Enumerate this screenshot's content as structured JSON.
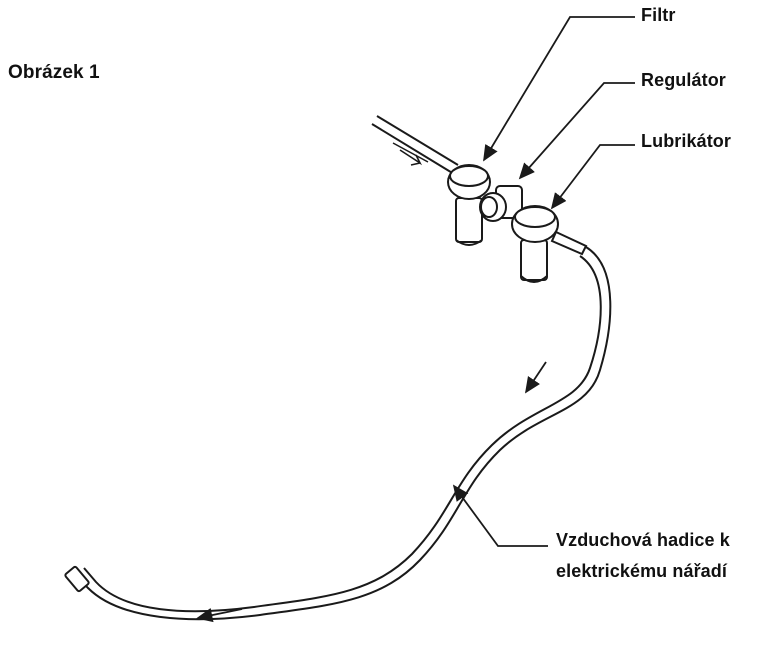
{
  "figure": {
    "title": "Obrázek 1"
  },
  "callouts": {
    "filter": "Filtr",
    "regulator": "Regulátor",
    "lubricator": "Lubrikátor",
    "hose_line1": "Vzduchová hadice k",
    "hose_line2": "elektrickému nářadí"
  },
  "colors": {
    "line": "#1a1a1a",
    "background": "#ffffff"
  }
}
